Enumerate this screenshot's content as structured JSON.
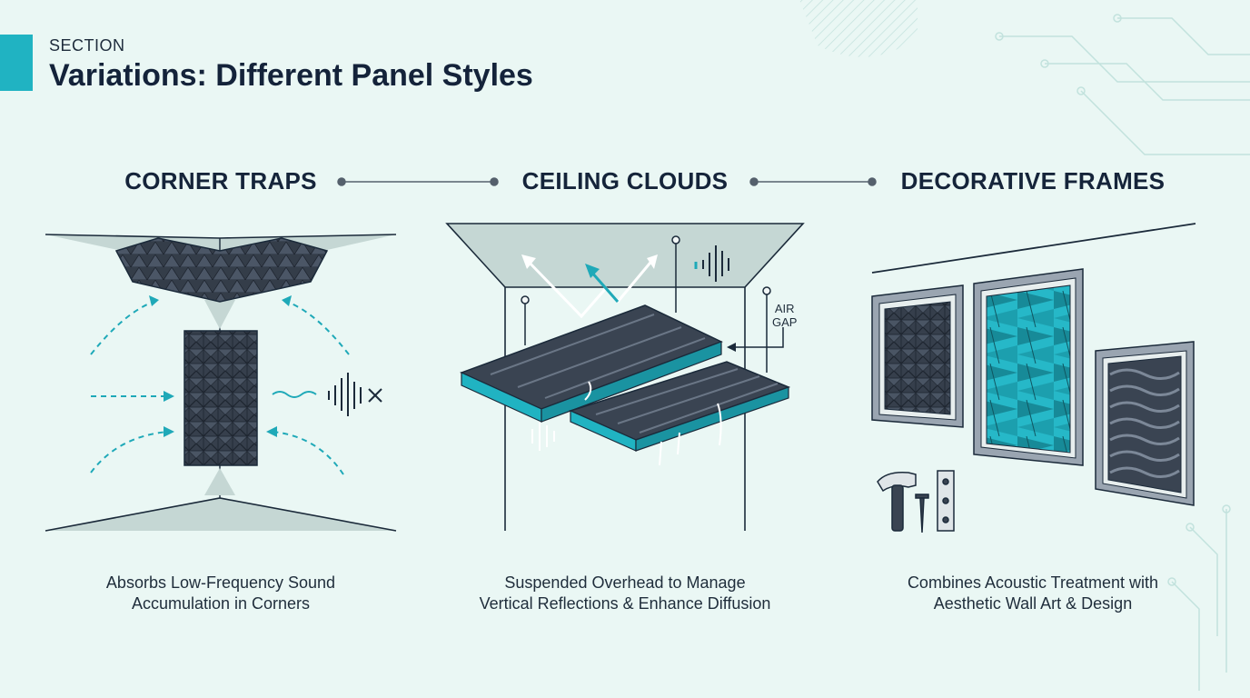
{
  "header": {
    "eyebrow": "SECTION",
    "title": "Variations: Different Panel Styles"
  },
  "columns": [
    {
      "heading": "CORNER TRAPS",
      "caption_lines": [
        "Absorbs Low-Frequency Sound",
        "Accumulation in Corners"
      ]
    },
    {
      "heading": "CEILING CLOUDS",
      "caption_lines": [
        "Suspended Overhead to Manage",
        "Vertical Reflections & Enhance Diffusion"
      ],
      "annotation_lines": [
        "AIR",
        "GAP"
      ]
    },
    {
      "heading": "DECORATIVE FRAMES",
      "caption_lines": [
        "Combines Acoustic Treatment with",
        "Aesthetic Wall Art & Design"
      ]
    }
  ],
  "icons": [
    "sound-wave-icon",
    "muted-sound-icon",
    "hammer-icon",
    "nail-icon",
    "mounting-bracket-icon",
    "arrow-icon"
  ],
  "colors": {
    "accent": "#20b3c2",
    "dark": "#1b2a3a",
    "panel": "#3a4452",
    "background": "#eaf7f4"
  }
}
